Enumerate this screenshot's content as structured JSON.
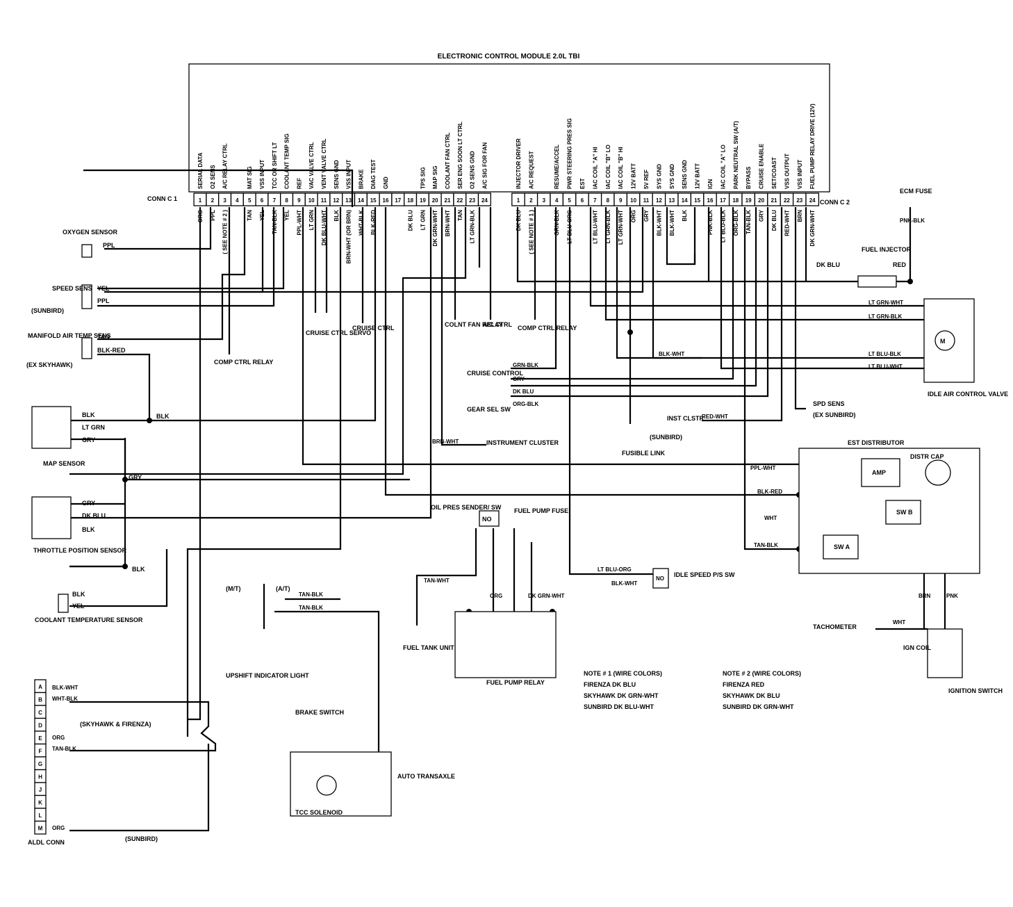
{
  "ecm": {
    "title": "ELECTRONIC CONTROL MODULE 2.0L TBI",
    "conn1_label": "CONN C 1",
    "conn2_label": "CONN C 2",
    "c1_pins": [
      "1",
      "2",
      "3",
      "4",
      "5",
      "6",
      "7",
      "8",
      "9",
      "10",
      "11",
      "12",
      "13",
      "14",
      "15",
      "16",
      "17",
      "18",
      "19",
      "20",
      "21",
      "22",
      "23",
      "24"
    ],
    "c2_pins": [
      "1",
      "2",
      "3",
      "4",
      "5",
      "6",
      "7",
      "8",
      "9",
      "10",
      "11",
      "12",
      "13",
      "14",
      "15",
      "16",
      "17",
      "18",
      "19",
      "20",
      "21",
      "22",
      "23",
      "24"
    ],
    "c1_functions": [
      "SERIAL DATA",
      "O2 SENS",
      "A/C RELAY CTRL",
      "",
      "MAT SIG",
      "VSS INPUT",
      "TCC OR SHIFT LT",
      "COOLANT TEMP SIG",
      "REF",
      "VAC VALVE CTRL",
      "VENT VALVE CTRL",
      "SENS GND",
      "VSS INPUT",
      "BRAKE",
      "DIAG TEST",
      "GND",
      "",
      "",
      "TPS SIG",
      "MAP SIG",
      "COOLANT FAN CTRL",
      "SER ENG SOON LT CTRL",
      "O2 SENS GND",
      "A/C SIG FOR FAN"
    ],
    "c2_functions": [
      "INJECTOR DRIVER",
      "A/C REQUEST",
      "",
      "RESUME/ACCEL",
      "PWR STEERING PRES SIG",
      "EST",
      "IAC COIL \"A\" HI",
      "IAC COIL \"B\" LO",
      "IAC COIL \"B\" HI",
      "12V BATT",
      "5V REF",
      "SYS GND",
      "SYS GND",
      "SENS GND",
      "12V BATT",
      "IGN",
      "IAC COIL \"A\" LO",
      "PARK NEUTRAL SW (A/T)",
      "BYPASS",
      "CRUISE ENABLE",
      "SET/COAST",
      "VSS OUTPUT",
      "VSS INPUT",
      "FUEL PUMP RELAY DRIVE (12V)"
    ],
    "c1_wires": [
      "ORG",
      "PPL",
      "( SEE NOTE # 2 )",
      "",
      "TAN",
      "YEL",
      "TAN-BLK",
      "YEL",
      "PPL-WHT",
      "LT GRN",
      "DK BLU-WHT",
      "BLK",
      "BRN-WHT (OR BRN)",
      "WHT-BLK",
      "BLK-RED",
      "",
      "",
      "DK BLU",
      "LT GRN",
      "DK GRN-WHT",
      "BRN-WHT",
      "TAN",
      "LT GRN-BLK",
      ""
    ],
    "c2_wires": [
      "DK BLU",
      "( SEE NOTE # 1 )",
      "",
      "GRN-BLK",
      "LT BLU-ORG",
      "",
      "LT BLU-WHT",
      "LT GRN-BLK",
      "LT GRN-WHT",
      "ORG",
      "GRY",
      "BLK-WHT",
      "BLK-WHT",
      "BLK",
      "",
      "PNK-BLK",
      "LT BLU-BLK",
      "ORG-BLK",
      "TAN-BLK",
      "GRY",
      "DK BLU",
      "RED-WHT",
      "BRN",
      "DK GRN-WHT"
    ]
  },
  "components": {
    "oxygen_sensor": "OXYGEN SENSOR",
    "speed_sens": "SPEED SENS",
    "speed_sens_note": "(SUNBIRD)",
    "manifold_air_temp": "MANIFOLD AIR TEMP SENS",
    "manifold_note": "(EX SKYHAWK)",
    "map_sensor": "MAP SENSOR",
    "throttle_position_sensor": "THROTTLE POSITION SENSOR",
    "coolant_temperature_sensor": "COOLANT TEMPERATURE SENSOR",
    "comp_ctrl_relay_left": "COMP CTRL RELAY",
    "cruise_ctrl_servo": "CRUISE CTRL SERVO",
    "cruise_ctrl": "CRUISE CTRL",
    "colnt_fan_relay": "COLNT FAN RELAY",
    "ac_ctrl": "A/C CTRL",
    "comp_ctrl_relay_right": "COMP CTRL RELAY",
    "cruise_control": "CRUISE CONTROL",
    "gear_sel_sw": "GEAR SEL SW",
    "instrument_cluster": "INSTRUMENT CLUSTER",
    "fusible_link": "FUSIBLE LINK",
    "inst_clstr": "INST CLSTR",
    "inst_clstr_note": "(SUNBIRD)",
    "spd_sens": "SPD SENS",
    "spd_sens_note": "(EX SUNBIRD)",
    "fuel_injector": "FUEL INJECTOR",
    "ecm_fuse": "ECM FUSE",
    "idle_air_control_valve": "IDLE AIR CONTROL VALVE",
    "est_distributor": "EST DISTRIBUTOR",
    "amp": "AMP",
    "distr_cap": "DISTR CAP",
    "sw_a": "SW A",
    "sw_b": "SW B",
    "tachometer": "TACHOMETER",
    "ign_coil": "IGN COIL",
    "ignition_switch": "IGNITION SWITCH",
    "oil_pres_sender": "OIL PRES SENDER/ SW",
    "no_label": "NO",
    "fuel_pump_fuse": "FUEL PUMP FUSE",
    "fuel_tank_unit": "FUEL TANK UNIT",
    "fuel_pump_relay": "FUEL PUMP RELAY",
    "idle_speed_ps_sw": "IDLE SPEED P/S SW",
    "upshift_indicator_light": "UPSHIFT INDICATOR LIGHT",
    "mt_label": "(M/T)",
    "at_label": "(A/T)",
    "brake_switch": "BRAKE SWITCH",
    "auto_transaxle": "AUTO TRANSAXLE",
    "tcc_solenoid": "TCC SOLENOID",
    "aldl_conn": "ALDL CONN",
    "skyhawk_firenza": "(SKYHAWK & FIRENZA)",
    "sunbird_note": "(SUNBIRD)"
  },
  "aldl_pins": [
    "A",
    "B",
    "C",
    "D",
    "E",
    "F",
    "G",
    "H",
    "J",
    "K",
    "L",
    "M"
  ],
  "wire_labels": {
    "ppl": "PPL",
    "yel": "YEL",
    "tan": "TAN",
    "blk_red": "BLK-RED",
    "blk": "BLK",
    "lt_grn": "LT GRN",
    "gry": "GRY",
    "dk_blu": "DK BLU",
    "red": "RED",
    "pnk_blk": "PNK-BLK",
    "lt_grn_wht": "LT GRN-WHT",
    "lt_grn_blk": "LT GRN-BLK",
    "lt_blu_blk": "LT BLU-BLK",
    "lt_blu_wht": "LT BLU-WHT",
    "blk_wht": "BLK-WHT",
    "grn_blk": "GRN-BLK",
    "org_blk": "ORG-BLK",
    "red_wht": "RED-WHT",
    "brn": "BRN",
    "org": "ORG",
    "brn_wht": "BRN-WHT",
    "ppl_wht": "PPL-WHT",
    "wht": "WHT",
    "tan_blk": "TAN-BLK",
    "tan_wht": "TAN-WHT",
    "dk_grn_wht": "DK GRN-WHT",
    "lt_blu_org": "LT BLU-ORG",
    "wht_blk": "WHT-BLK",
    "pnk": "PNK"
  },
  "notes": {
    "note1_title": "NOTE # 1 (WIRE COLORS)",
    "note1_lines": [
      "FIRENZA  DK BLU",
      "SKYHAWK  DK GRN-WHT",
      "SUNBIRD  DK BLU-WHT"
    ],
    "note2_title": "NOTE # 2 (WIRE COLORS)",
    "note2_lines": [
      "FIRENZA  RED",
      "SKYHAWK  DK BLU",
      "SUNBIRD  DK GRN-WHT"
    ]
  }
}
